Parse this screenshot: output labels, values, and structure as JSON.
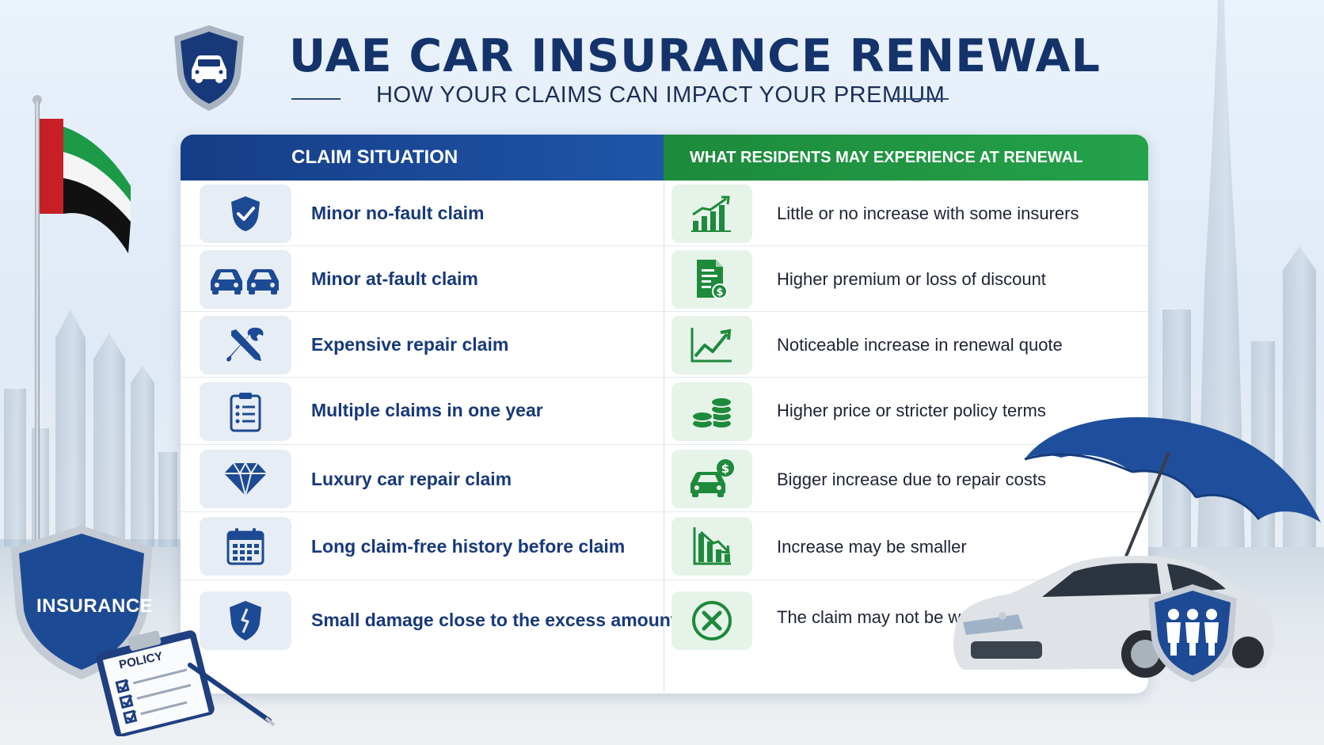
{
  "header": {
    "title": "UAE CAR INSURANCE RENEWAL",
    "subtitle": "HOW YOUR CLAIMS CAN IMPACT YOUR PREMIUM"
  },
  "table": {
    "col_left": "CLAIM SITUATION",
    "col_right": "WHAT RESIDENTS MAY EXPERIENCE AT RENEWAL",
    "rows": [
      {
        "situation": "Minor no-fault claim",
        "experience": "Little or no increase with some insurers",
        "left_icon": "shield-check-icon",
        "right_icon": "bar-chart-up-icon"
      },
      {
        "situation": "Minor at-fault claim",
        "experience": "Higher premium or loss of discount",
        "left_icon": "two-cars-icon",
        "right_icon": "invoice-dollar-icon"
      },
      {
        "situation": "Expensive repair claim",
        "experience": "Noticeable increase in renewal quote",
        "left_icon": "wrench-screwdriver-icon",
        "right_icon": "trend-up-icon"
      },
      {
        "situation": "Multiple claims in one year",
        "experience": "Higher price or stricter policy terms",
        "left_icon": "clipboard-list-icon",
        "right_icon": "coin-stacks-icon"
      },
      {
        "situation": "Luxury car repair claim",
        "experience": "Bigger increase due to repair costs",
        "left_icon": "diamond-icon",
        "right_icon": "car-dollar-icon"
      },
      {
        "situation": "Long claim-free history before claim",
        "experience": "Increase may be smaller",
        "left_icon": "calendar-icon",
        "right_icon": "bar-chart-down-icon"
      },
      {
        "situation": "Small damage close to the excess amount",
        "experience": "The claim may not be worth it",
        "left_icon": "shield-crack-icon",
        "right_icon": "x-circle-icon"
      }
    ]
  },
  "decor": {
    "insurance_label": "INSURANCE",
    "policy_label": "POLICY"
  },
  "colors": {
    "navy": "#14336b",
    "blue_header": "#1f55a8",
    "green_header": "#24a24a",
    "icon_blue": "#1d4a94",
    "icon_green": "#1e8a3b"
  }
}
